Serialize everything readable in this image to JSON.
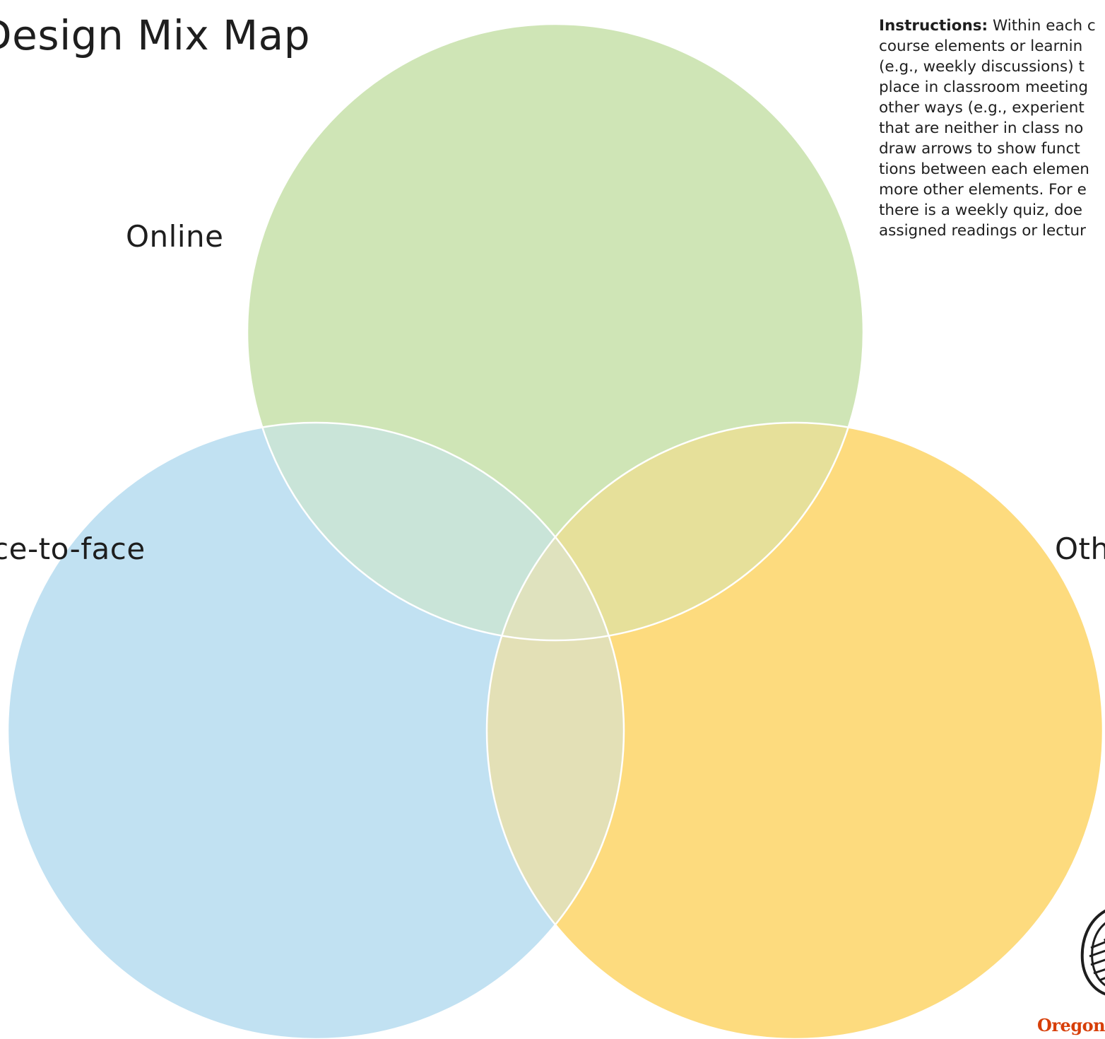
{
  "title": "Design Mix Map",
  "circles": {
    "online": {
      "label": "Online",
      "color": "#cfe5b6"
    },
    "face": {
      "label": "Face-to-face",
      "color": "#c1e1f2"
    },
    "other": {
      "label": "Other",
      "color": "#fddb7e"
    }
  },
  "overlap_colors": {
    "online_face": "#c9e4d8",
    "online_other": "#e6e09a",
    "face_other": "#e3e0b6",
    "all": "#dfe2be"
  },
  "instructions": {
    "lead": "Instructions:",
    "lines": [
      " Within each c",
      "course elements or learnin",
      "(e.g., weekly discussions) t",
      "place in classroom meeting",
      "other ways (e.g., experient",
      "that are neither in class no",
      "draw arrows to show funct",
      "tions between each elemen",
      "more other elements. For e",
      "there is a weekly quiz, doe",
      "assigned readings or lectur"
    ]
  },
  "logo": {
    "icon": "beaver-seal-icon",
    "wordmark": "Oregon S",
    "color": "#d73f09"
  }
}
